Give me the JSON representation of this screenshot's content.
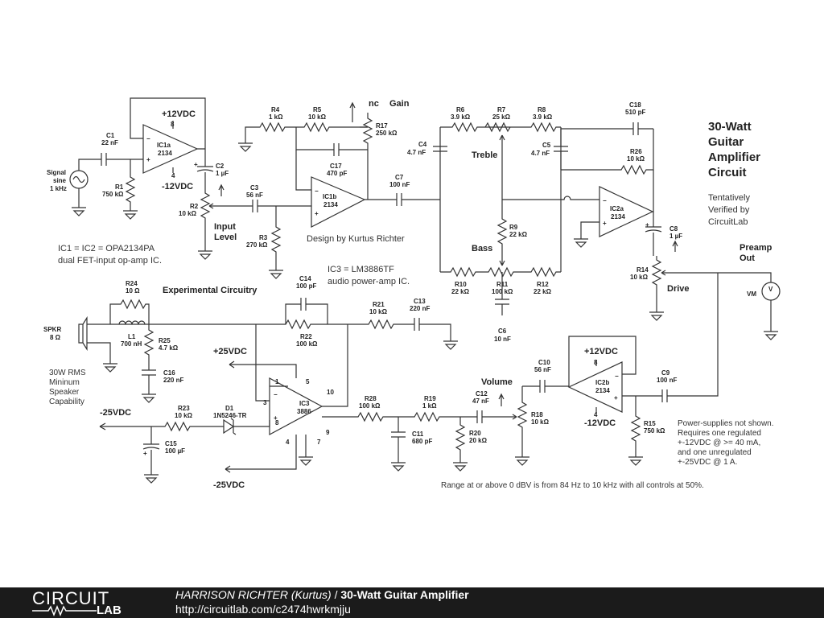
{
  "title": {
    "lines": [
      "30-Watt",
      "Guitar",
      "Amplifier",
      "Circuit"
    ],
    "verified": [
      "Tentatively",
      "Verified by",
      "CircuitLab"
    ]
  },
  "labels": {
    "c1": [
      "C1",
      "22 nF"
    ],
    "r1": [
      "R1",
      "750 kΩ"
    ],
    "signal": [
      "Signal",
      "sine",
      "1 kHz"
    ],
    "ic1a": [
      "IC1a",
      "2134"
    ],
    "plus12a": "+12VDC",
    "pin8a": "8",
    "pin4a": "4",
    "minus12a": "-12VDC",
    "c2": [
      "C2",
      "1 µF"
    ],
    "r2": [
      "R2",
      "10 kΩ"
    ],
    "input_level": [
      "Input",
      "Level"
    ],
    "c3": [
      "C3",
      "56 nF"
    ],
    "r3": [
      "R3",
      "270 kΩ"
    ],
    "r4": [
      "R4",
      "1 kΩ"
    ],
    "r5": [
      "R5",
      "10 kΩ"
    ],
    "nc": "nc",
    "gain": "Gain",
    "r17": [
      "R17",
      "250 kΩ"
    ],
    "c17": [
      "C17",
      "470 pF"
    ],
    "ic1b": [
      "IC1b",
      "2134"
    ],
    "c7": [
      "C7",
      "100 nF"
    ],
    "design_by": "Design by Kurtus Richter",
    "r6": [
      "R6",
      "3.9 kΩ"
    ],
    "r7": [
      "R7",
      "25 kΩ"
    ],
    "r8": [
      "R8",
      "3.9 kΩ"
    ],
    "c4": [
      "C4",
      "4.7 nF"
    ],
    "c5": [
      "C5",
      "4.7 nF"
    ],
    "treble": "Treble",
    "r9": [
      "R9",
      "22 kΩ"
    ],
    "bass": "Bass",
    "r10": [
      "R10",
      "22 kΩ"
    ],
    "r11": [
      "R11",
      "100 kΩ"
    ],
    "r12": [
      "R12",
      "22 kΩ"
    ],
    "c6": [
      "C6",
      "10 nF"
    ],
    "c18": [
      "C18",
      "510 pF"
    ],
    "r26": [
      "R26",
      "10 kΩ"
    ],
    "ic2a": [
      "IC2a",
      "2134"
    ],
    "c8": [
      "C8",
      "1 µF"
    ],
    "r14": [
      "R14",
      "10 kΩ"
    ],
    "drive": "Drive",
    "preamp_out": [
      "Preamp",
      "Out"
    ],
    "vm": "VM",
    "ic_note": [
      "IC1 = IC2 = OPA2134PA",
      "dual FET-input op-amp IC."
    ],
    "ic3_note": [
      "IC3 = LM3886TF",
      "audio power-amp IC."
    ],
    "experimental": "Experimental Circuitry",
    "r24": [
      "R24",
      "10 Ω"
    ],
    "spkr": [
      "SPKR",
      "8 Ω"
    ],
    "l1": [
      "L1",
      "700 nH"
    ],
    "r25": [
      "R25",
      "4.7 kΩ"
    ],
    "c16": [
      "C16",
      "220 nF"
    ],
    "speaker_note": [
      "30W RMS",
      "Mininum",
      "Speaker",
      "Capability"
    ],
    "c14": [
      "C14",
      "100 pF"
    ],
    "r22": [
      "R22",
      "100 kΩ"
    ],
    "r21": [
      "R21",
      "10 kΩ"
    ],
    "c13": [
      "C13",
      "220 nF"
    ],
    "plus25": "+25VDC",
    "minus25_left": "-25VDC",
    "minus25_bottom": "-25VDC",
    "ic3": [
      "IC3",
      "3886"
    ],
    "pin1": "1",
    "pin5": "5",
    "pin3": "3",
    "pin10": "10",
    "pin8c": "8",
    "pin9": "9",
    "pin4c": "4",
    "pin7": "7",
    "r23": [
      "R23",
      "10 kΩ"
    ],
    "d1": [
      "D1",
      "1N5246-TR"
    ],
    "c15": [
      "C15",
      "100 µF"
    ],
    "r28": [
      "R28",
      "100 kΩ"
    ],
    "c11": [
      "C11",
      "680 pF"
    ],
    "r19": [
      "R19",
      "1 kΩ"
    ],
    "r20": [
      "R20",
      "20 kΩ"
    ],
    "c12": [
      "C12",
      "47 nF"
    ],
    "volume": "Volume",
    "r18": [
      "R18",
      "10 kΩ"
    ],
    "c10": [
      "C10",
      "56 nF"
    ],
    "plus12b": "+12VDC",
    "pin8b": "8",
    "ic2b": [
      "IC2b",
      "2134"
    ],
    "pin4b": "4",
    "minus12b": "-12VDC",
    "c9": [
      "C9",
      "100 nF"
    ],
    "r15": [
      "R15",
      "750 kΩ"
    ],
    "power_note": [
      "Power-supplies not shown.",
      "Requires one regulated",
      "+-12VDC @ >= 40 mA,",
      "and one unregulated",
      "+-25VDC @ 1 A."
    ],
    "range_note": "Range at or above 0 dBV is from 84 Hz to 10 kHz with all controls at 50%."
  },
  "footer": {
    "logo_top": "CIRCUIT",
    "logo_bottom": "LAB",
    "author": "HARRISON RICHTER (Kurtus)",
    "separator": " / ",
    "circuit_title": "30-Watt Guitar Amplifier",
    "url": "http://circuitlab.com/c2474hwrkmjju"
  }
}
